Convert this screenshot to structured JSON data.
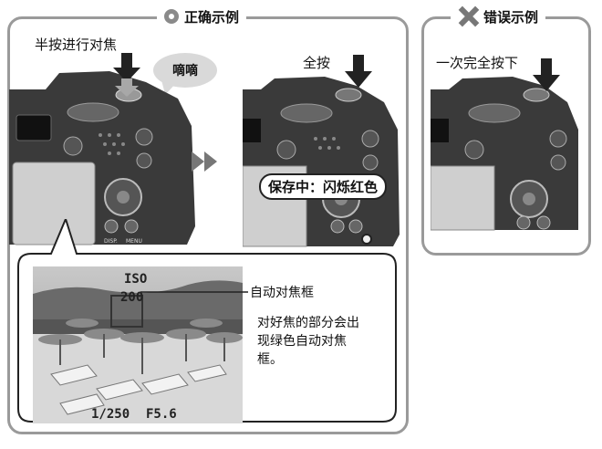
{
  "correct": {
    "title": "正确示例",
    "half_press_label": "半按进行对焦",
    "beep_label": "嘀嘀",
    "full_press_label": "全按",
    "saving_label": "保存中：闪烁红色",
    "af_frame_label": "自动对焦框",
    "af_note": "对好焦的部分会出现绿色自动对焦框。",
    "screen": {
      "iso_label": "ISO",
      "iso_value": "200",
      "shutter": "1/250",
      "aperture": "F5.6"
    }
  },
  "wrong": {
    "title": "错误示例",
    "full_press_label": "一次完全按下"
  },
  "camera": {
    "disp_label": "DISP.",
    "menu_label": "MENU"
  },
  "colors": {
    "panel_border": "#9a9a9a",
    "camera_body": "#3a3a3a",
    "arrow_dark": "#222222",
    "arrow_light": "#a8a8a8"
  }
}
